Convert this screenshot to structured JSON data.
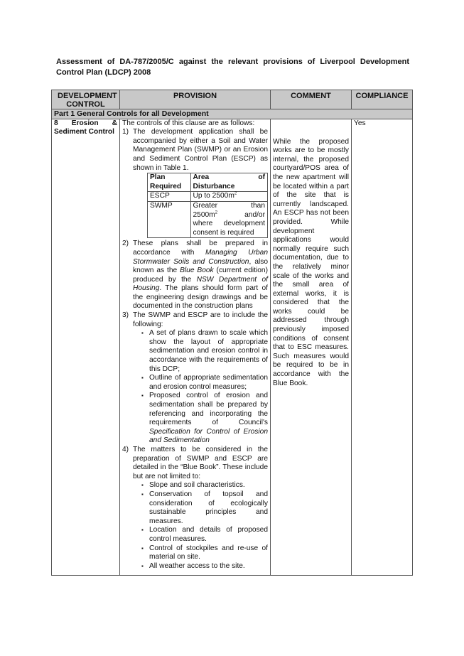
{
  "heading": "Assessment of DA-787/2005/C against the relevant provisions of Liverpool Development Control Plan (LDCP) 2008",
  "table": {
    "headers": [
      "DEVELOPMENT CONTROL",
      "PROVISION",
      "COMMENT",
      "COMPLIANCE"
    ],
    "part": "Part 1 General Controls for all Development",
    "clause": {
      "number": "8",
      "title_a": "Erosion",
      "amp": "&",
      "title_b": "Sediment Control"
    },
    "intro": "The controls of this clause are as follows:",
    "p1": {
      "num": "1)",
      "text": "The development application shall be accompanied by either a Soil and Water Management Plan (SWMP) or an Erosion and Sediment Control Plan (ESCP) as shown in Table 1."
    },
    "inner": {
      "h1a": "Plan",
      "h1b": "Required",
      "h2a": "Area",
      "h2b": "of",
      "h2c": "Disturbance",
      "r1c1": "ESCP",
      "r1c2": "Up to 2500m",
      "sup": "2",
      "r2c1": "SWMP",
      "r2c2a": "Greater",
      "r2c2b": "than",
      "r2c2c": "2500m",
      "r2c2d": "and/or",
      "r2c2e": "where development consent is required"
    },
    "p2": {
      "num": "2)",
      "t1": "These plans shall be prepared in accordance with ",
      "i1": "Managing Urban Stormwater Soils and Construction",
      "t2": ", also known as the ",
      "i2": "Blue Book",
      "t3": " (current edition) produced by the ",
      "i3": "NSW Department of Housing",
      "t4": ". The plans should form part of the engineering design drawings and be documented in the construction plans"
    },
    "p3": {
      "num": "3)",
      "text": "The SWMP and ESCP are to include the following:",
      "b1": "A set of plans drawn to scale which show the layout of appropriate sedimentation and erosion control in accordance with the requirements of this DCP;",
      "b2": "Outline of appropriate sedimentation and erosion control measures;",
      "b3a": "Proposed control of erosion and sedimentation shall be prepared by referencing and incorporating the requirements of Council's ",
      "b3i": "Specification for Control of Erosion and Sedimentation"
    },
    "p4": {
      "num": "4)",
      "text": "The matters to be considered in the preparation of SWMP and ESCP are detailed in the “Blue Book”. These include but are not limited to:",
      "b1": "Slope and soil characteristics.",
      "b2": "Conservation of topsoil and consideration of ecologically sustainable principles and measures.",
      "b3": "Location and details of proposed control measures.",
      "b4": "Control of stockpiles and re-use of material on site.",
      "b5": "All weather access to the site."
    },
    "comment": "While the proposed works are to be mostly internal, the proposed courtyard/POS area of the new apartment will be located within a part of the site that is currently landscaped. An ESCP has not been provided. While development applications would normally require such documentation, due to the relatively minor scale of the works and the small area of external works, it is considered that the works could be addressed through previously imposed conditions of consent that to ESC measures. Such measures would be required to be in accordance with the Blue Book.",
    "compliance": "Yes"
  }
}
